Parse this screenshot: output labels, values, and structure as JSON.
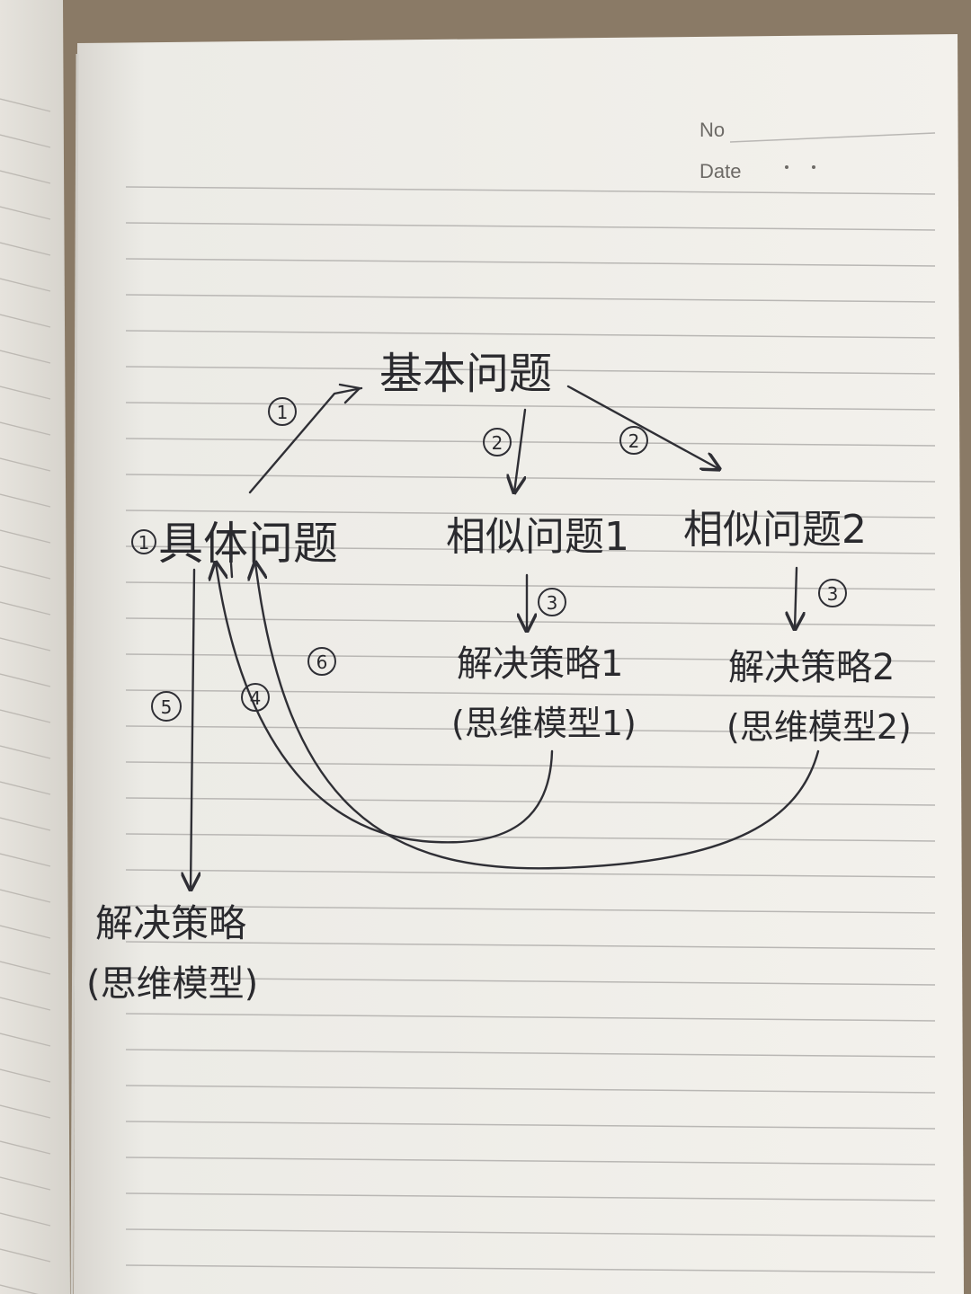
{
  "header": {
    "no_label": "No",
    "date_label": "Date"
  },
  "nodes": {
    "top": "基本问题",
    "concrete": "具体问题",
    "similar1": "相似问题1",
    "similar2": "相似问题2",
    "strategy1_line1": "解决策略1",
    "strategy1_line2": "(思维模型1)",
    "strategy2_line1": "解决策略2",
    "strategy2_line2": "(思维模型2)",
    "strategy_line1": "解决策略",
    "strategy_line2": "(思维模型)"
  },
  "step_markers": {
    "concrete_prefix": "1",
    "to_top": "1",
    "to_similar1": "2",
    "to_similar2": "2",
    "to_strategy1": "3",
    "to_strategy2": "3",
    "back_from_strategy1": "4",
    "down_to_strategy": "5",
    "back_from_strategy2": "6"
  },
  "colors": {
    "ink": "#2f2f35",
    "paper": "#f1efea",
    "rule": "#b9b7b4"
  }
}
